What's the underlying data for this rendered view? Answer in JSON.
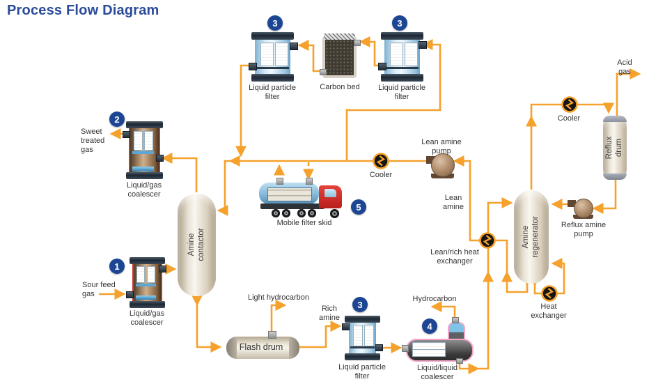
{
  "title": "Process Flow Diagram",
  "colors": {
    "line_orange": "#F5A12C",
    "title_blue": "#2B4A9B",
    "badge_blue": "#1C4693"
  },
  "badges": {
    "one": "1",
    "two": "2",
    "three": "3",
    "four": "4",
    "five": "5"
  },
  "equipment": {
    "liquid_gas_coalescer": "Liquid/gas\ncoalescer",
    "amine_contactor": "Amine\ncontactor",
    "liquid_particle_filter": "Liquid particle\nfilter",
    "carbon_bed": "Carbon bed",
    "mobile_filter_skid": "Mobile filter skid",
    "cooler": "Cooler",
    "lean_amine_pump": "Lean amine\npump",
    "lean_rich_heat_exchanger": "Lean/rich heat\nexchanger",
    "amine_regenerator": "Amine\nregenerator",
    "reflux_amine_pump": "Reflux amine\npump",
    "heat_exchanger": "Heat\nexchanger",
    "reflux_drum": "Reflux drum",
    "flash_drum": "Flash drum",
    "liquid_liquid_coalescer": "Liquid/liquid\ncoalescer"
  },
  "streams": {
    "sweet_treated_gas": "Sweet\ntreated\ngas",
    "sour_feed_gas": "Sour feed\ngas",
    "acid_gas": "Acid gas",
    "lean_amine": "Lean\namine",
    "rich_amine": "Rich\namine",
    "light_hydrocarbon": "Light hydrocarbon",
    "hydrocarbon": "Hydrocarbon"
  }
}
